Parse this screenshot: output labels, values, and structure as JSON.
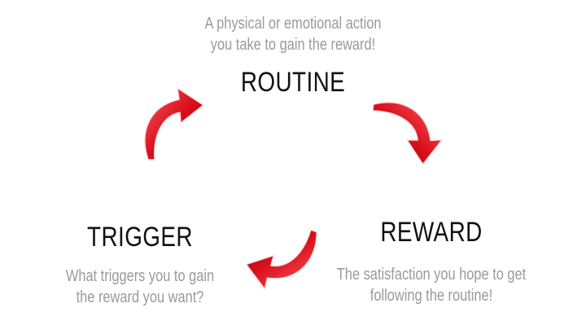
{
  "routine": {
    "title": "ROUTINE",
    "desc_lines": [
      "A physical or emotional action",
      "you take to gain the reward!"
    ]
  },
  "reward": {
    "title": "REWARD",
    "desc_lines": [
      "The satisfaction you hope to get",
      "following the routine!"
    ]
  },
  "trigger": {
    "title": "TRIGGER",
    "desc_lines": [
      "What triggers you to gain",
      "the reward you want?"
    ]
  },
  "colors": {
    "arrow": "#d8101c",
    "title": "#111111",
    "desc": "#9a9a9a"
  }
}
